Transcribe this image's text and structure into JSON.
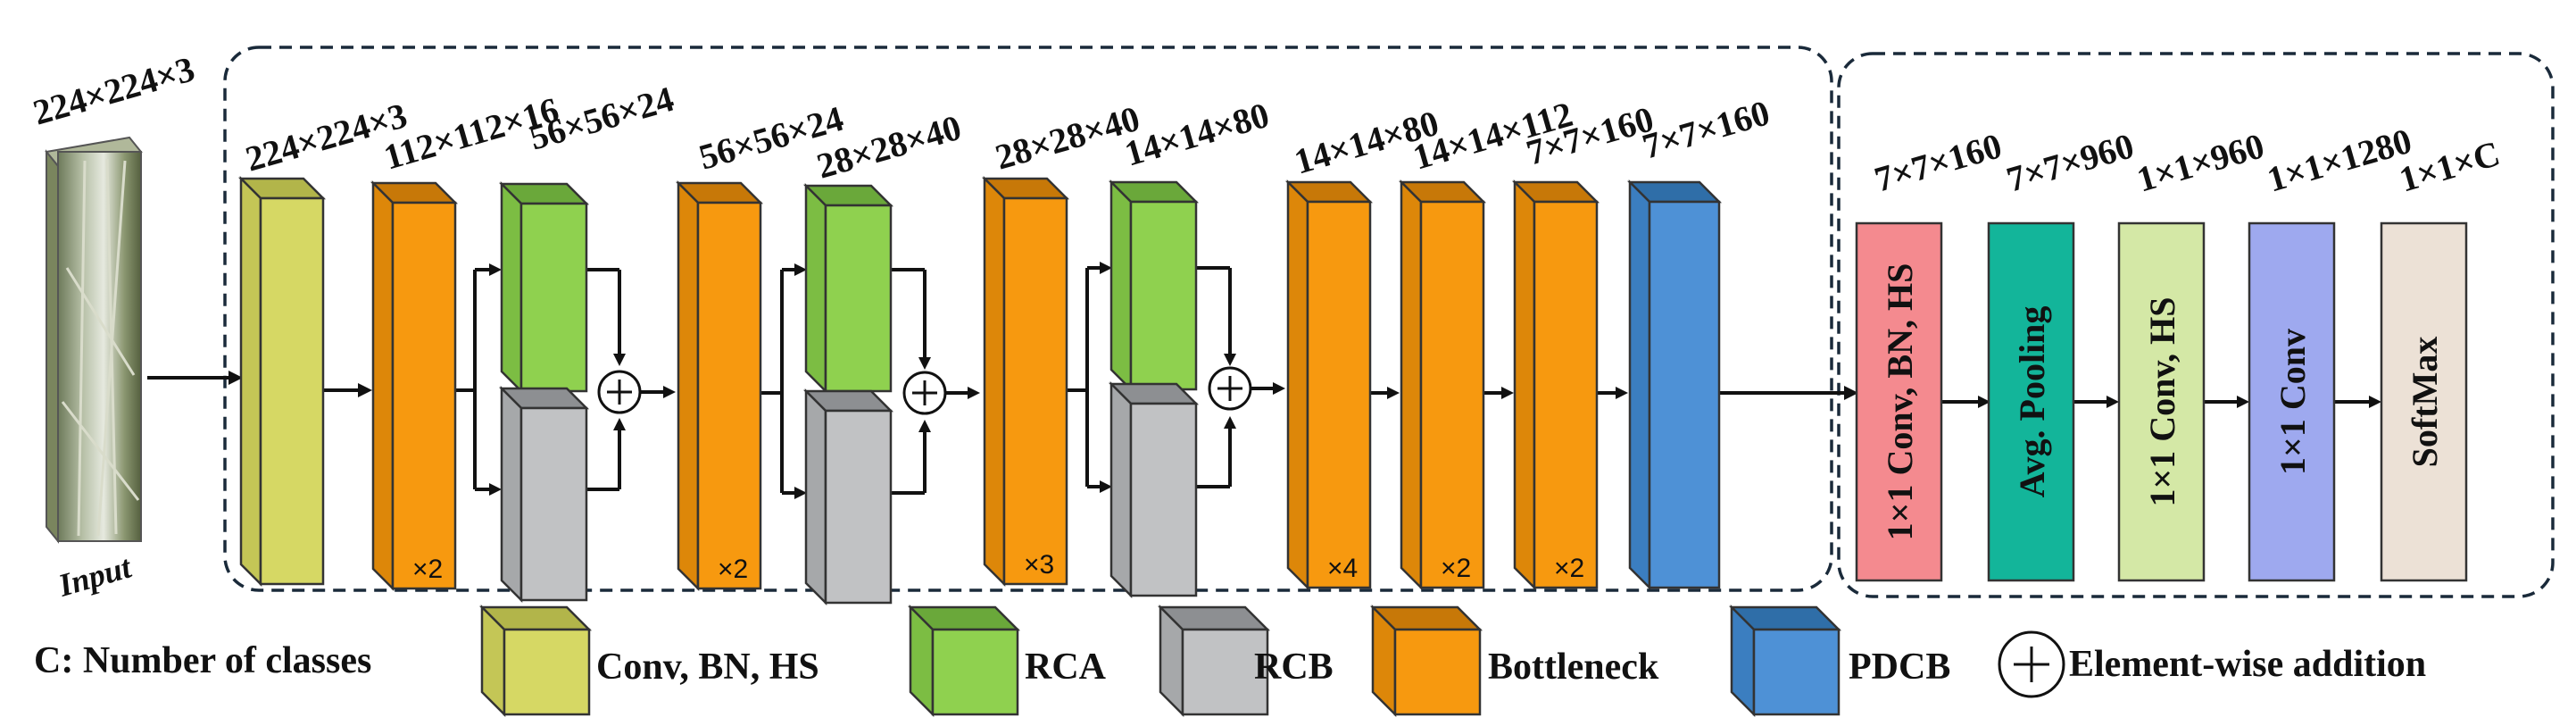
{
  "input": {
    "dim": "224×224×3",
    "label": "Input"
  },
  "backbone": {
    "blocks": [
      {
        "type": "conv",
        "dim": "224×224×3",
        "mult": ""
      },
      {
        "type": "bottleneck",
        "dim": "112×112×16",
        "mult": "×2"
      },
      {
        "type": "rca",
        "dim": "56×56×24",
        "mult": ""
      },
      {
        "type": "rcb",
        "dim": "",
        "mult": ""
      },
      {
        "type": "bottleneck",
        "dim": "56×56×24",
        "mult": "×2"
      },
      {
        "type": "rca",
        "dim": "28×28×40",
        "mult": ""
      },
      {
        "type": "rcb",
        "dim": "",
        "mult": ""
      },
      {
        "type": "bottleneck",
        "dim": "28×28×40",
        "mult": "×3"
      },
      {
        "type": "rca",
        "dim": "14×14×80",
        "mult": ""
      },
      {
        "type": "rcb",
        "dim": "",
        "mult": ""
      },
      {
        "type": "bottleneck",
        "dim": "14×14×80",
        "mult": "×4"
      },
      {
        "type": "bottleneck",
        "dim": "14×14×112",
        "mult": "×2"
      },
      {
        "type": "bottleneck",
        "dim": "7×7×160",
        "mult": "×2"
      },
      {
        "type": "pdcb",
        "dim": "7×7×160",
        "mult": ""
      }
    ]
  },
  "head": {
    "blocks": [
      {
        "label": "1×1 Conv, BN, HS",
        "dim": "7×7×160",
        "color": "#f48a8f"
      },
      {
        "label": "Avg. Pooling",
        "dim": "7×7×960",
        "color": "#13b59a"
      },
      {
        "label": "1×1 Conv, HS",
        "dim": "1×1×960",
        "color": "#d4e8a6"
      },
      {
        "label": "1×1 Conv",
        "dim": "1×1×1280",
        "color": "#9ea9ef"
      },
      {
        "label": "SoftMax",
        "dim": "1×1×C",
        "color": "#ece1d6"
      }
    ]
  },
  "legend": {
    "classes_note": "C: Number of classes",
    "items": [
      {
        "type": "conv",
        "label": "Conv, BN, HS"
      },
      {
        "type": "rca",
        "label": "RCA"
      },
      {
        "type": "rcb",
        "label": "RCB"
      },
      {
        "type": "bottleneck",
        "label": "Bottleneck"
      },
      {
        "type": "pdcb",
        "label": "PDCB"
      }
    ],
    "addition_label": "Element-wise addition"
  },
  "colors": {
    "conv": [
      "#d6d864",
      "#b2b54a",
      "#c4c656"
    ],
    "bottleneck": [
      "#f7990f",
      "#c77808",
      "#dd8709"
    ],
    "rca": [
      "#8fd14f",
      "#6aa83a",
      "#7cbd43"
    ],
    "rcb": [
      "#c1c2c4",
      "#8d8f92",
      "#a6a8aa"
    ],
    "pdcb": [
      "#4e91d6",
      "#2f6ea8",
      "#3b7ec0"
    ]
  }
}
